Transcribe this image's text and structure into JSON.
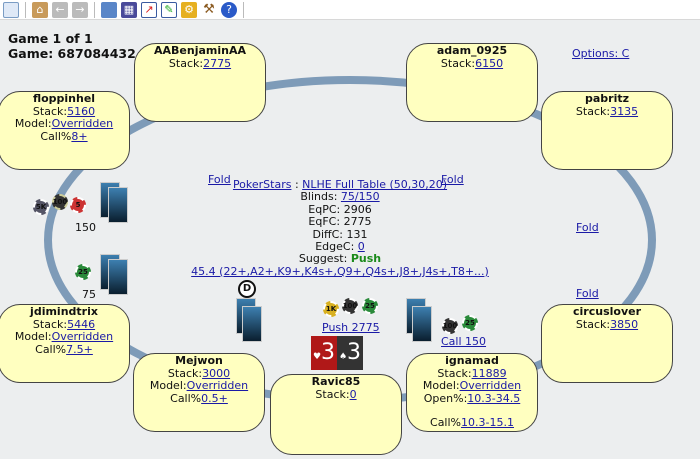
{
  "toolbar": {
    "icons": [
      "new-document-icon",
      "home-icon",
      "back-icon",
      "forward-icon",
      "copy-icon",
      "calculator-icon",
      "chart-icon",
      "edit-icon",
      "settings-icon",
      "tools-icon",
      "help-icon"
    ]
  },
  "game": {
    "line1": "Game 1 of 1",
    "line2": "Game: 687084432"
  },
  "options_label": "Options: C",
  "seats": [
    {
      "name": "AABenjaminAA",
      "stack": "2775"
    },
    {
      "name": "adam_0925",
      "stack": "6150"
    },
    {
      "name": "floppinhel",
      "stack": "5160",
      "model": "Overridden",
      "call": "8+"
    },
    {
      "name": "pabritz",
      "stack": "3135"
    },
    {
      "name": "jdimindtrix",
      "stack": "5446",
      "model": "Overridden",
      "call": "7.5+"
    },
    {
      "name": "circuslover",
      "stack": "3850"
    },
    {
      "name": "Mejwon",
      "stack": "3000",
      "model": "Overridden",
      "call": "0.5+"
    },
    {
      "name": "Ravic85",
      "stack": "0"
    },
    {
      "name": "ignamad",
      "stack": "11889",
      "model": "Overridden",
      "open": "10.3-34.5",
      "call": "10.3-15.1"
    }
  ],
  "labels": {
    "stack": "Stack:",
    "model": "Model:",
    "call": "Call%",
    "open": "Open%:"
  },
  "fold": "Fold",
  "center": {
    "site": "PokerStars",
    "sep": " : ",
    "table": "NLHE Full Table (50,30,20)",
    "blinds_label": "Blinds: ",
    "blinds": "75/150",
    "eqpc": "EqPC: 2906",
    "eqfc": "EqFC: 2775",
    "diffc": "DiffC: 131",
    "edgec_label": "EdgeC: ",
    "edgec": "0",
    "suggest_label": "Suggest: ",
    "suggest": "Push",
    "range": "45.4 (22+,A2+,K9+,K4s+,Q9+,Q4s+,J8+,J4s+,T8+...)"
  },
  "bets": {
    "left1": "150",
    "left2": "75",
    "push": "Push 2775",
    "call": "Call 150"
  },
  "chips": {
    "left1": [
      "5K",
      "100",
      "5"
    ],
    "left2": [
      "25"
    ],
    "center": [
      "1K",
      "100",
      "25"
    ],
    "right": [
      "100",
      "25"
    ]
  },
  "dealer": "D",
  "hole_cards": [
    {
      "rank": "3",
      "suit": "♥"
    },
    {
      "rank": "3",
      "suit": "♠"
    }
  ],
  "colors": {
    "seat": "#ffffc0",
    "link": "#1a1aa6",
    "suggest": "#1a8a1a",
    "rail": "#7e9bb8"
  }
}
